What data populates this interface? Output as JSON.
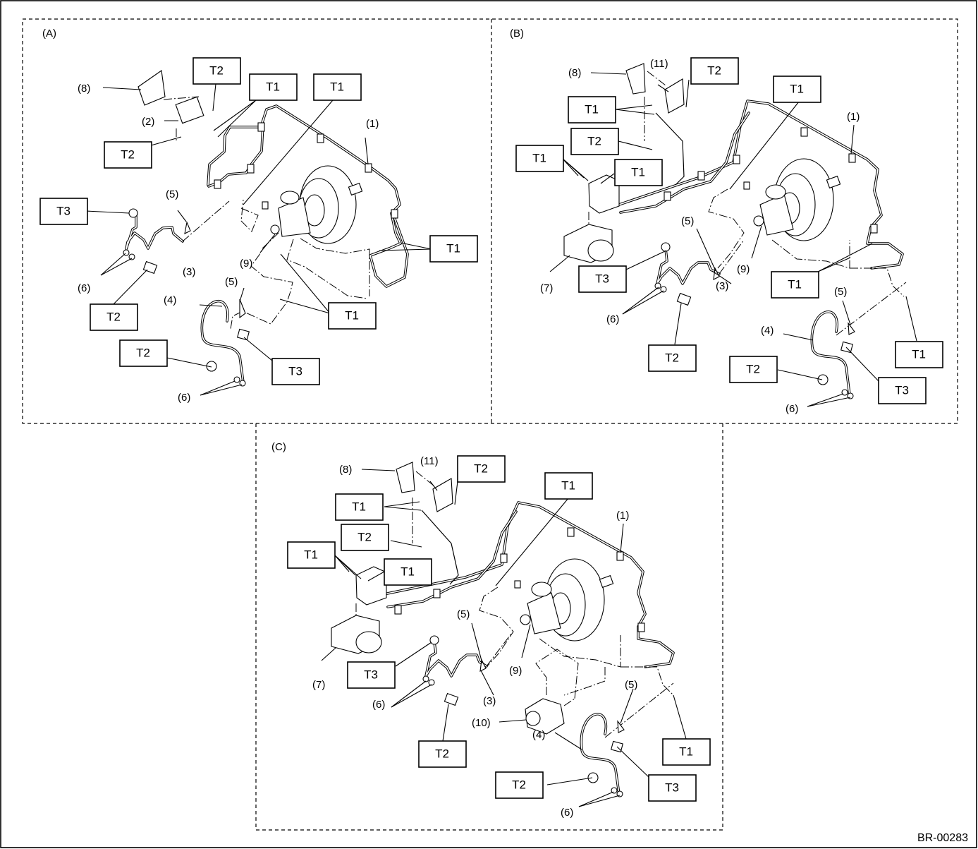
{
  "diagram_code": "BR-00283",
  "panels": {
    "A": {
      "label": "(A)"
    },
    "B": {
      "label": "(B)"
    },
    "C": {
      "label": "(C)"
    }
  },
  "torque_labels": {
    "t1": "T1",
    "t2": "T2",
    "t3": "T3"
  },
  "part_numbers": {
    "p1": "(1)",
    "p2": "(2)",
    "p3": "(3)",
    "p4": "(4)",
    "p5": "(5)",
    "p6": "(6)",
    "p7": "(7)",
    "p8": "(8)",
    "p9": "(9)",
    "p10": "(10)",
    "p11": "(11)"
  }
}
